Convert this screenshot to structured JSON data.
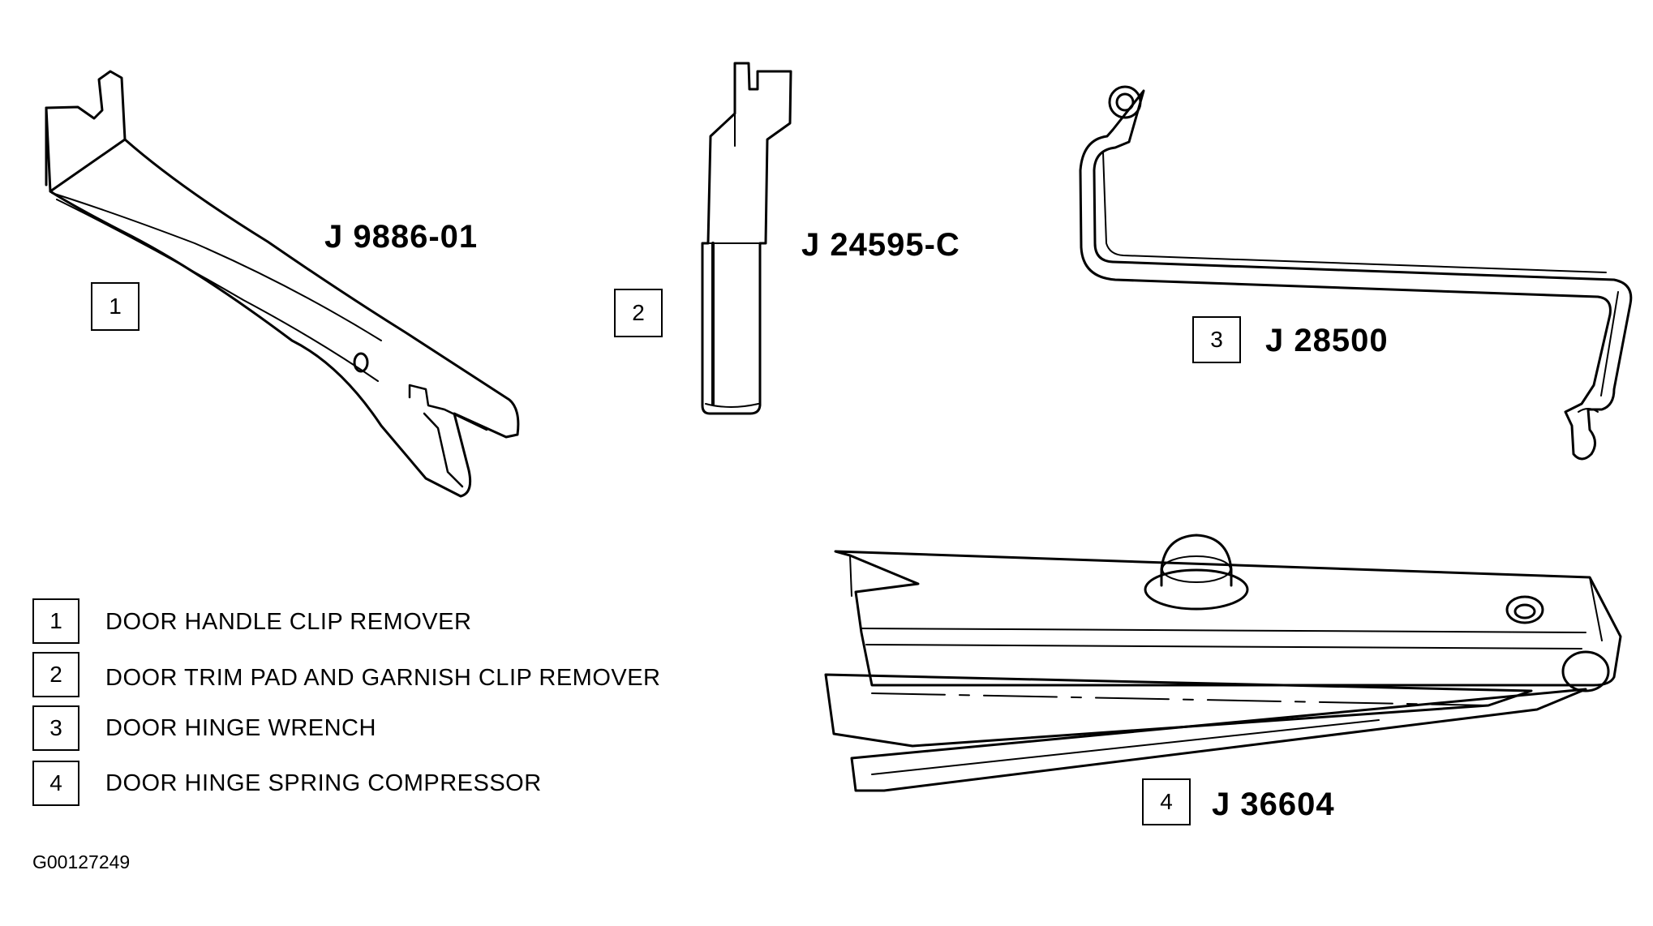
{
  "tools": [
    {
      "num": "1",
      "part_no": "J 9886-01",
      "icon": "door-handle-clip-remover-icon"
    },
    {
      "num": "2",
      "part_no": "J 24595-C",
      "icon": "trim-pad-clip-remover-icon"
    },
    {
      "num": "3",
      "part_no": "J 28500",
      "icon": "door-hinge-wrench-icon"
    },
    {
      "num": "4",
      "part_no": "J 36604",
      "icon": "spring-compressor-icon"
    }
  ],
  "legend": [
    {
      "num": "1",
      "label": "DOOR HANDLE CLIP REMOVER"
    },
    {
      "num": "2",
      "label": "DOOR TRIM PAD AND GARNISH CLIP REMOVER"
    },
    {
      "num": "3",
      "label": "DOOR HINGE WRENCH"
    },
    {
      "num": "4",
      "label": "DOOR HINGE SPRING COMPRESSOR"
    }
  ],
  "reference_id": "G00127249"
}
